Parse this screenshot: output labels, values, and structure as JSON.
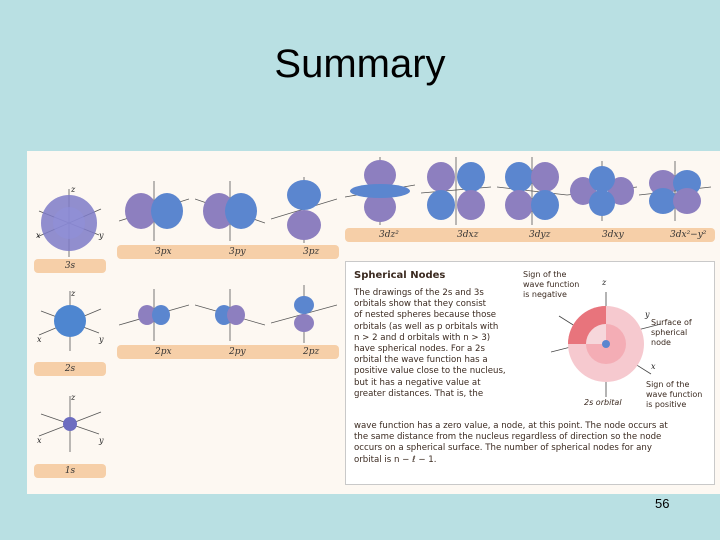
{
  "slide": {
    "title": "Summary",
    "page_number": "56"
  },
  "orbitals": {
    "s_labels": [
      "3s",
      "2s",
      "1s"
    ],
    "p3_labels": [
      "3px",
      "3py",
      "3pz"
    ],
    "p2_labels": [
      "2px",
      "2py",
      "2pz"
    ],
    "d3_labels": [
      "3dz²",
      "3dxz",
      "3dyz",
      "3dxy",
      "3dx²−y²"
    ],
    "axes": {
      "x": "x",
      "y": "y",
      "z": "z"
    }
  },
  "spherical_nodes": {
    "title": "Spherical Nodes",
    "body_lines": [
      "The drawings of the 2s and 3s",
      "orbitals show that they consist",
      "of nested spheres because those",
      "orbitals (as well as p orbitals with",
      "n > 2 and d orbitals with n > 3)",
      "have spherical nodes. For a 2s",
      "orbital the wave function has a",
      "positive value close to the nucleus,",
      "but it has a negative value at",
      "greater distances. That is, the"
    ],
    "tail_lines": [
      "wave function has a zero value, a node, at this point. The node occurs at",
      "the same distance from the nucleus regardless of direction so the node",
      "occurs on a spherical surface. The number of spherical nodes for any",
      "orbital is n − ℓ − 1."
    ],
    "annotations": {
      "sign_negative": [
        "Sign of the",
        "wave function",
        "is negative"
      ],
      "surface_node": [
        "Surface of",
        "spherical",
        "node"
      ],
      "sign_positive": [
        "Sign of the",
        "wave function",
        "is positive"
      ],
      "orbital_caption": "2s orbital"
    }
  },
  "colors": {
    "background": "#b9e0e3",
    "pill": "#f6cfa8",
    "lobe_blue": "#5b86cf",
    "lobe_purple": "#8d7fbf"
  }
}
